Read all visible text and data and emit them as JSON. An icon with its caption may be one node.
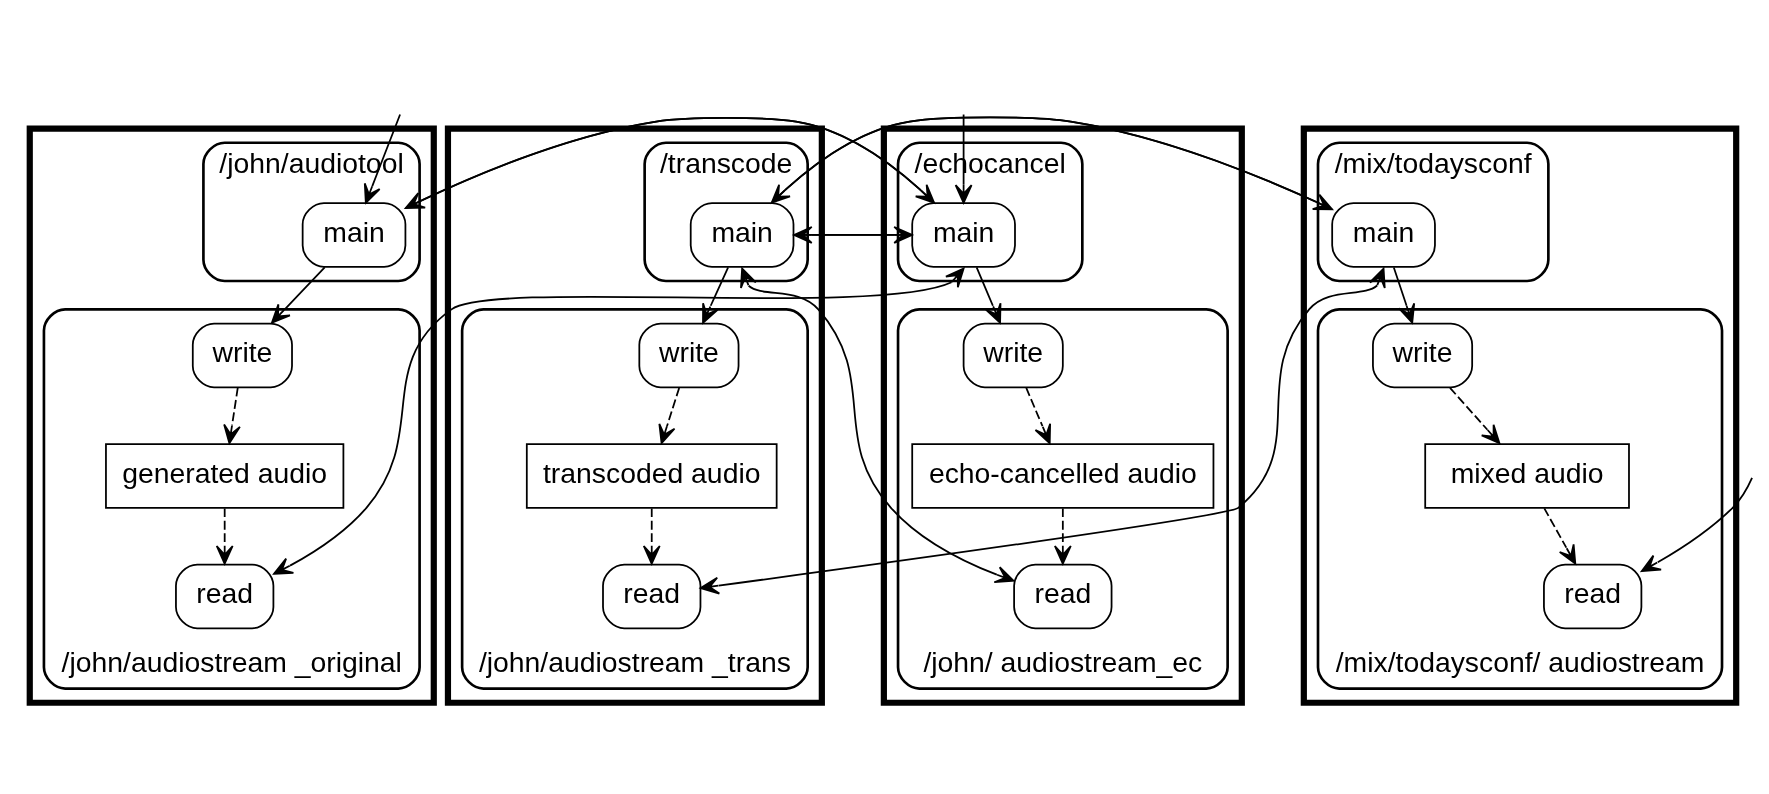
{
  "diagram": {
    "nodes": [
      {
        "text": [],
        "shape": "box"
      },
      {
        "text": [
          "/john/audiotool"
        ],
        "in": 0
      },
      {
        "text": [
          "main"
        ],
        "in": 1
      },
      {
        "text": [
          "/john/audiostream _original"
        ],
        "in": 0
      },
      {
        "text": [
          "write"
        ],
        "in": 3
      },
      {
        "text": [
          "read"
        ],
        "in": 3
      },
      {
        "text": [
          "generated audio"
        ],
        "in": 3
      },
      {
        "text": [],
        "shape": "box"
      },
      {
        "text": [
          "/echocancel"
        ],
        "in": 7
      },
      {
        "text": [
          "main"
        ],
        "in": 8
      },
      {
        "text": [
          "/john/ audiostream_ec"
        ],
        "in": 7
      },
      {
        "text": [
          "write"
        ],
        "in": 10
      },
      {
        "text": [
          "read"
        ],
        "in": 10
      },
      {
        "text": [
          "echo-cancelled audio"
        ],
        "in": 10
      },
      {
        "text": [],
        "shape": "box"
      },
      {
        "text": [
          "/transcode"
        ],
        "in": 14
      },
      {
        "text": [
          "main"
        ],
        "in": 15
      },
      {
        "text": [
          "/john/audiostream _trans"
        ],
        "in": 14
      },
      {
        "text": [
          "write"
        ],
        "in": 17
      },
      {
        "text": [
          "read"
        ],
        "in": 17
      },
      {
        "text": [
          "transcoded audio"
        ],
        "in": 17
      },
      {
        "text": [],
        "shape": "box"
      },
      {
        "text": [
          "/mix/todaysconf"
        ],
        "in": 21
      },
      {
        "text": [
          "main"
        ],
        "in": 22
      },
      {
        "text": [
          "/mix/todaysconf/ audiostream"
        ],
        "in": 21
      },
      {
        "text": [
          "write"
        ],
        "in": 24
      },
      {
        "text": [
          "read"
        ],
        "in": 24
      },
      {
        "text": [
          "mixed audio"
        ],
        "in": 24
      }
    ],
    "edges": [
      {
        "from": null,
        "to": 2,
        "arrow": "to"
      },
      {
        "from": null,
        "to": 9,
        "arrow": "to"
      },
      {
        "from": 2,
        "to": 9,
        "arrow": "to"
      },
      {
        "from": 9,
        "to": 2,
        "arrow": "to"
      },
      {
        "from": 9,
        "to": 16,
        "arrow": "to"
      },
      {
        "from": 16,
        "to": 9,
        "arrow": "to"
      },
      {
        "from": 16,
        "to": 23,
        "arrow": "to"
      },
      {
        "from": 23,
        "to": 16,
        "arrow": "to"
      },
      {
        "from": 2,
        "to": 4,
        "arrow": "to"
      },
      {
        "from": 9,
        "to": 5,
        "arrow": "both"
      },
      {
        "from": 9,
        "to": 11,
        "arrow": "to"
      },
      {
        "from": 16,
        "to": 12,
        "arrow": "both"
      },
      {
        "from": 16,
        "to": 18,
        "arrow": "to"
      },
      {
        "from": 23,
        "to": 19,
        "arrow": "both"
      },
      {
        "from": 23,
        "to": 25,
        "arrow": "to"
      },
      {
        "from": null,
        "to": 26,
        "arrow": "to"
      },
      {
        "from": 4,
        "to": 6,
        "arrow": "to",
        "style": "dashed"
      },
      {
        "from": 6,
        "to": 5,
        "arrow": "to",
        "style": "dashed"
      },
      {
        "from": 11,
        "to": 13,
        "arrow": "to",
        "style": "dashed"
      },
      {
        "from": 13,
        "to": 12,
        "arrow": "to",
        "style": "dashed"
      },
      {
        "from": 18,
        "to": 20,
        "arrow": "to",
        "style": "dashed"
      },
      {
        "from": 20,
        "to": 19,
        "arrow": "to",
        "style": "dashed"
      },
      {
        "from": 25,
        "to": 27,
        "arrow": "to",
        "style": "dashed"
      },
      {
        "from": 27,
        "to": 26,
        "arrow": "to",
        "style": "dashed"
      }
    ]
  }
}
